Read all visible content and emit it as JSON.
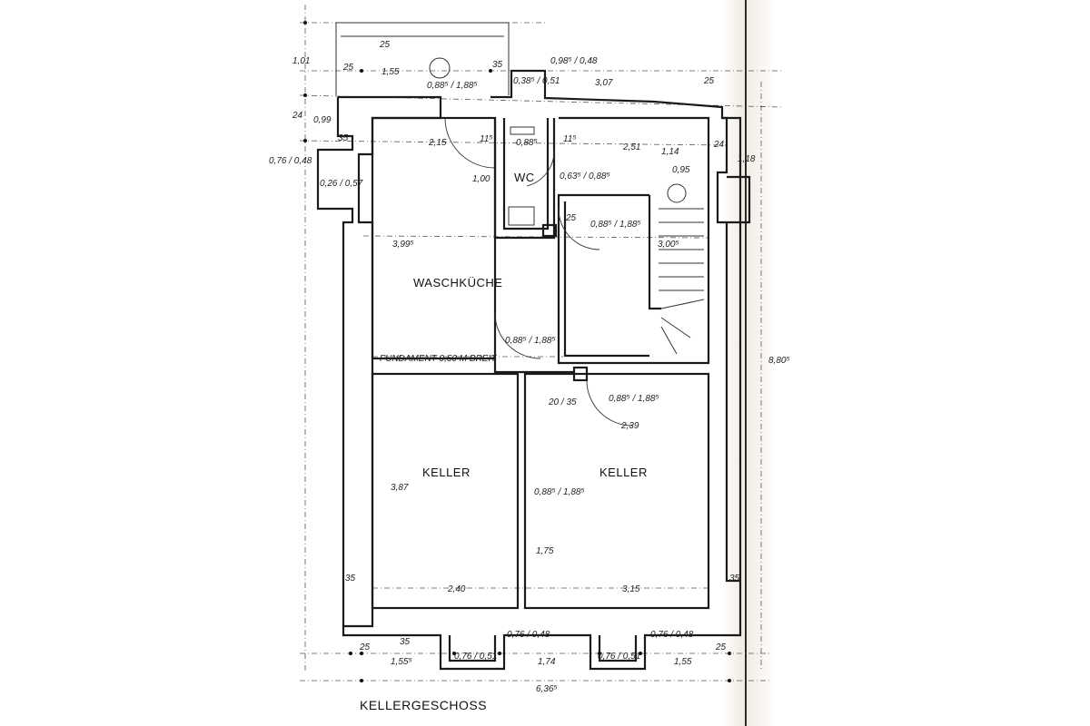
{
  "title": "KELLERGESCHOSS",
  "rooms": {
    "waschkueche": "WASCHKÜCHE",
    "wc": "WC",
    "keller_left": "KELLER",
    "keller_right": "KELLER"
  },
  "notes": {
    "fundament": "FUNDAMENT 0,50 M BREIT"
  },
  "dimensions": {
    "top_25": "25",
    "top_155": "1,55",
    "top_088_188": "0,88⁵ / 1,88⁵",
    "top_35": "35",
    "top_038_051": "0,38⁵ / 0,51",
    "top_098_048": "0,98⁵ / 0,48",
    "top_307": "3,07",
    "top_right_25": "25",
    "side_101": "1,01",
    "side_24": "24",
    "side_099": "0,99",
    "side_35": "35",
    "wk_215": "2,15",
    "wk_100": "1,00",
    "wk_399": "3,99⁵",
    "wk_door": "0,88⁵ / 1,88⁵",
    "wc_088": "0,88⁵",
    "h_115": "11⁵",
    "hall_251": "2,51",
    "hall_095": "0,95",
    "hall_114": "1,14",
    "hall_door": "0,88⁵ / 1,88⁵",
    "hall_door2": "0,63⁵ / 0,88⁵",
    "hall_25": "25",
    "stair_300": "3,00⁵",
    "right_118": "1,18",
    "right_24": "24",
    "right_280": "8,80⁵",
    "kr_door": "0,88⁵ / 1,88⁵",
    "kr_239": "2,39",
    "kr_20_35": "20 / 35",
    "kl_387": "3,87",
    "kr_door2": "0,88⁵ / 1,88⁵",
    "kr_175": "1,75",
    "kl_240": "2,40",
    "kr_315": "3,15",
    "b_35l": "35",
    "b_35r": "35",
    "b_25": "25",
    "b_1555": "1,55⁵",
    "b_076_051a": "0,76 / 0,51",
    "b_076_048a": "0,76 / 0,48",
    "b_174": "1,74",
    "b_076_051b": "0,76 / 0,51",
    "b_076_048b": "0,76 / 0,48",
    "b_155": "1,55",
    "b_25r": "25",
    "b_total": "6,36⁵",
    "b_35": "35",
    "lw_076_048": "0,76 / 0,48",
    "lw_026_057": "0,26 / 0,57"
  }
}
